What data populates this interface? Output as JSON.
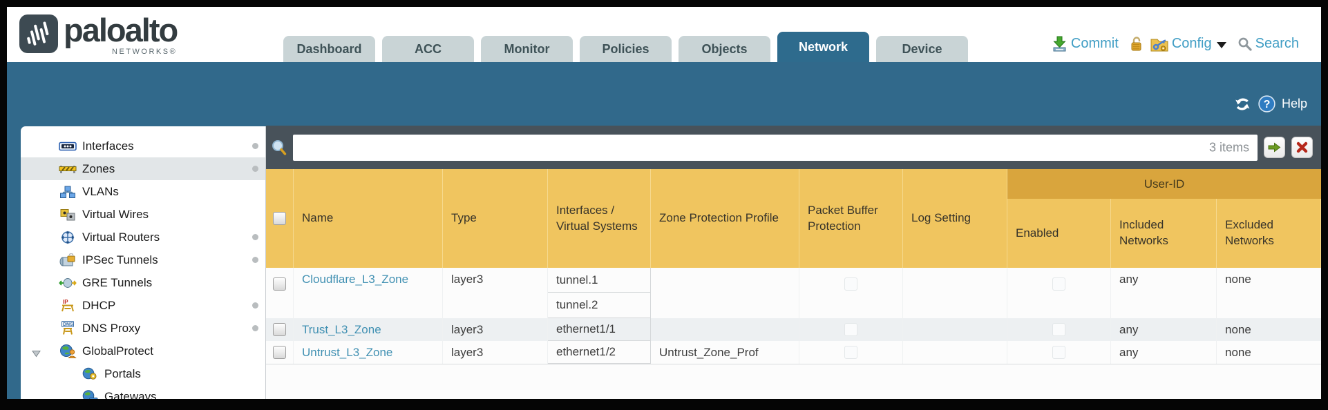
{
  "brand": {
    "name": "paloalto",
    "subtitle": "NETWORKS®"
  },
  "nav": {
    "tabs": [
      {
        "label": "Dashboard",
        "active": false
      },
      {
        "label": "ACC",
        "active": false
      },
      {
        "label": "Monitor",
        "active": false
      },
      {
        "label": "Policies",
        "active": false
      },
      {
        "label": "Objects",
        "active": false
      },
      {
        "label": "Network",
        "active": true
      },
      {
        "label": "Device",
        "active": false
      }
    ],
    "commit_label": "Commit",
    "config_label": "Config",
    "search_label": "Search"
  },
  "banner": {
    "help_label": "Help"
  },
  "filter": {
    "value": "",
    "count": "3 items"
  },
  "sidebar": {
    "items": [
      {
        "label": "Interfaces",
        "dot": true,
        "selected": false
      },
      {
        "label": "Zones",
        "dot": true,
        "selected": true
      },
      {
        "label": "VLANs",
        "dot": false,
        "selected": false
      },
      {
        "label": "Virtual Wires",
        "dot": false,
        "selected": false
      },
      {
        "label": "Virtual Routers",
        "dot": true,
        "selected": false
      },
      {
        "label": "IPSec Tunnels",
        "dot": true,
        "selected": false
      },
      {
        "label": "GRE Tunnels",
        "dot": false,
        "selected": false
      },
      {
        "label": "DHCP",
        "dot": true,
        "selected": false
      },
      {
        "label": "DNS Proxy",
        "dot": true,
        "selected": false
      },
      {
        "label": "GlobalProtect",
        "dot": false,
        "selected": false,
        "expanded": true
      },
      {
        "label": "Portals",
        "dot": false,
        "selected": false,
        "child": true
      },
      {
        "label": "Gateways",
        "dot": false,
        "selected": false,
        "child": true
      }
    ]
  },
  "table": {
    "group_header": "User-ID",
    "columns": [
      "Name",
      "Type",
      "Interfaces / Virtual Systems",
      "Zone Protection Profile",
      "Packet Buffer Protection",
      "Log Setting",
      "Enabled",
      "Included Networks",
      "Excluded Networks"
    ],
    "rows": [
      {
        "name": "Cloudflare_L3_Zone",
        "type": "layer3",
        "interfaces": [
          "tunnel.1",
          "tunnel.2"
        ],
        "zone_protection_profile": "",
        "log_setting": "",
        "included_networks": "any",
        "excluded_networks": "none"
      },
      {
        "name": "Trust_L3_Zone",
        "type": "layer3",
        "interfaces": [
          "ethernet1/1"
        ],
        "zone_protection_profile": "",
        "log_setting": "",
        "included_networks": "any",
        "excluded_networks": "none"
      },
      {
        "name": "Untrust_L3_Zone",
        "type": "layer3",
        "interfaces": [
          "ethernet1/2"
        ],
        "zone_protection_profile": "Untrust_Zone_Prof",
        "log_setting": "",
        "included_networks": "any",
        "excluded_networks": "none"
      }
    ]
  },
  "colors": {
    "teal": "#31698b",
    "tab_inactive": "#c9d4d6",
    "slate": "#48525a",
    "amber": "#f0c55f",
    "amber_dark": "#d9a53d",
    "link": "#4090b2",
    "action_text": "#3f9dc4",
    "stripe": "#edf0f2"
  }
}
